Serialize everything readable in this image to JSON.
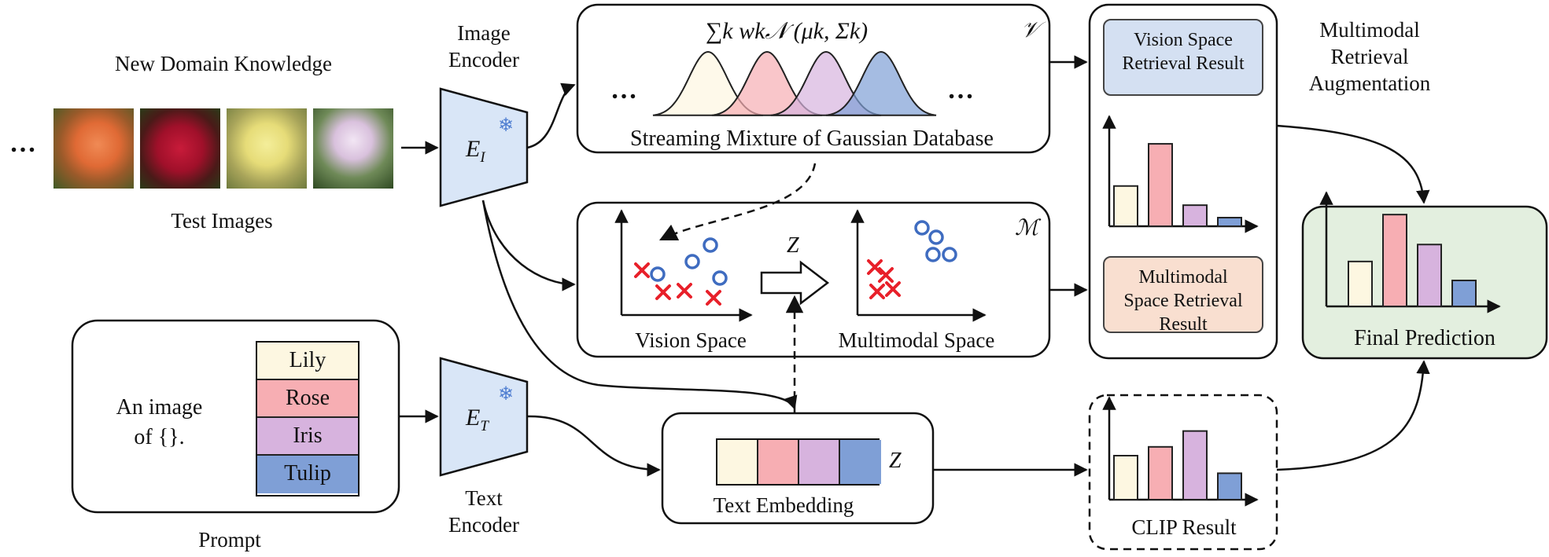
{
  "labels": {
    "new_domain": "New Domain Knowledge",
    "test_images": "Test Images",
    "image_encoder_line1": "Image",
    "image_encoder_line2": "Encoder",
    "image_encoder_symbol": "E",
    "image_encoder_sub": "I",
    "text_encoder_line1": "Text",
    "text_encoder_line2": "Encoder",
    "text_encoder_symbol": "E",
    "text_encoder_sub": "T",
    "snowflake": "❄",
    "gmm_formula": "∑k wk𝒩 (μk, Σk)",
    "v_symbol": "𝒱",
    "m_symbol": "ℳ",
    "ellipsis": "…",
    "gmm_caption": "Streaming Mixture of Gaussian Database",
    "vision_space": "Vision Space",
    "multimodal_space": "Multimodal Space",
    "z_transform": "Z",
    "text_embedding": "Text Embedding",
    "z_embedding": "Z",
    "prompt_text_line1": "An image",
    "prompt_text_line2": "of {}.",
    "prompt": "Prompt",
    "vision_retrieval_line1": "Vision Space",
    "vision_retrieval_line2": "Retrieval Result",
    "multimodal_retrieval_line1": "Multimodal",
    "multimodal_retrieval_line2": "Space Retrieval Result",
    "mra_line1": "Multimodal",
    "mra_line2": "Retrieval",
    "mra_line3": "Augmentation",
    "final_prediction": "Final Prediction",
    "clip_result": "CLIP Result"
  },
  "classes": [
    "Lily",
    "Rose",
    "Iris",
    "Tulip"
  ],
  "class_colors": [
    "#fdf7e1",
    "#f7aeb3",
    "#d7b3de",
    "#7f9fd6"
  ],
  "colors": {
    "encoder_fill": "#d9e6f7",
    "vision_retrieval_fill": "#d4e0f2",
    "multimodal_retrieval_fill": "#f9dfd0",
    "final_fill": "#e3efdf",
    "cross": "#e8202a",
    "circle": "#3f6cc0"
  },
  "charts": {
    "retrieval": [
      0.42,
      0.86,
      0.22,
      0.09
    ],
    "final": [
      0.45,
      0.92,
      0.62,
      0.26
    ],
    "clip": [
      0.5,
      0.6,
      0.78,
      0.3
    ]
  },
  "icons": [
    "snowflake-icon",
    "flower-photo",
    "gaussian-curve",
    "cross-marker",
    "circle-marker"
  ]
}
